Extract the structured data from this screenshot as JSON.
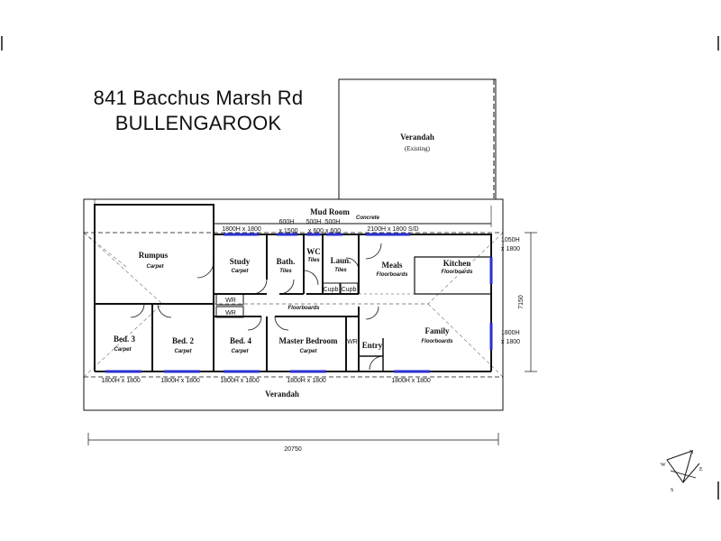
{
  "header": {
    "address_line1": "841 Bacchus Marsh Rd",
    "address_line2": "BULLENGAROOK"
  },
  "rooms": {
    "verandah_existing": {
      "name": "Verandah",
      "note": "(Existing)"
    },
    "mud_room": {
      "name": "Mud Room",
      "finish": "Concrete"
    },
    "rumpus": {
      "name": "Rumpus",
      "finish": "Carpet"
    },
    "study": {
      "name": "Study",
      "finish": "Carpet"
    },
    "bath": {
      "name": "Bath.",
      "finish": "Tiles"
    },
    "wc": {
      "name": "WC",
      "finish": "Tiles"
    },
    "laundry": {
      "name": "Laun.",
      "finish": "Tiles"
    },
    "meals": {
      "name": "Meals",
      "finish": "Floorboards"
    },
    "kitchen": {
      "name": "Kitchen",
      "finish": "Floorboards"
    },
    "bed3": {
      "name": "Bed. 3",
      "finish": "Carpet"
    },
    "bed2": {
      "name": "Bed. 2",
      "finish": "Carpet"
    },
    "bed4": {
      "name": "Bed. 4",
      "finish": "Carpet"
    },
    "master": {
      "name": "Master Bedroom",
      "finish": "Carpet"
    },
    "entry": {
      "name": "Entry"
    },
    "family": {
      "name": "Family",
      "finish": "Floorboards"
    },
    "hallway": {
      "finish": "Floorboards"
    },
    "verandah_front": {
      "name": "Verandah"
    }
  },
  "labels": {
    "wr": "WR",
    "cupb": "Cupb"
  },
  "dimensions": {
    "win_top_study": "1800H x 1800",
    "win_bath": "600H",
    "win_bath_size": "x 1500",
    "win_wc": "500H",
    "win_laundry": "500H",
    "win_wc_laun_size": "x 600 x 600",
    "door_meals": "2100H x 1800 S/D",
    "win_kitchen_h": "1050H",
    "win_kitchen_w": "x 1800",
    "win_family_h": "1800H",
    "win_family_w": "x 1800",
    "win_bed3": "1800H x 1800",
    "win_bed2": "1800H x 1800",
    "win_bed4": "1800H x 1800",
    "win_master": "1800H x 1800",
    "win_family_front": "1800H x 1800",
    "overall_width": "20750",
    "overall_depth": "7150"
  },
  "compass": {
    "north_label": "N",
    "south_label": "S",
    "east_label": "E",
    "west_label": "W"
  }
}
